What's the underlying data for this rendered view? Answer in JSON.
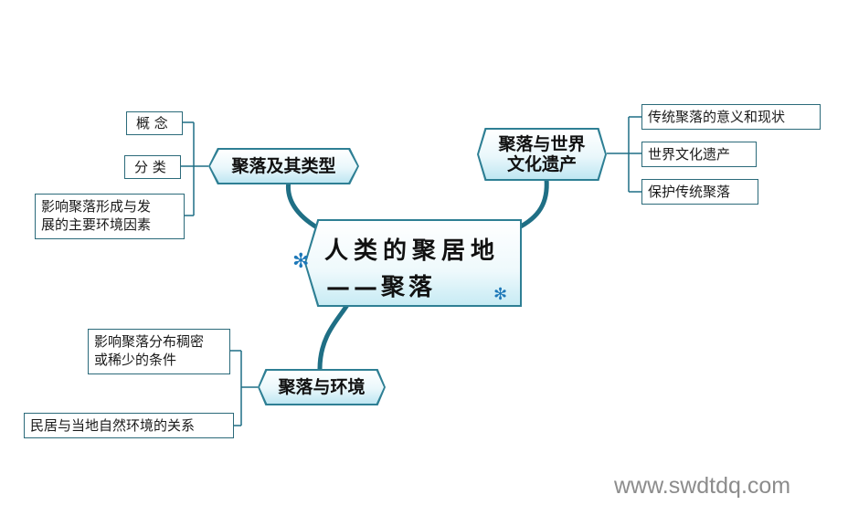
{
  "center": {
    "line1": "人类的聚居地",
    "line2": "——聚落"
  },
  "branches": {
    "top_left": {
      "title": "聚落及其类型",
      "items": [
        "概  念",
        "分  类",
        "影响聚落形成与发",
        "展的主要环境因素"
      ]
    },
    "top_right": {
      "title_line1": "聚落与世界",
      "title_line2": "文化遗产",
      "items": [
        "传统聚落的意义和现状",
        "世界文化遗产",
        "保护传统聚落"
      ]
    },
    "bottom": {
      "title": "聚落与环境",
      "items": [
        "影响聚落分布稠密",
        "或稀少的条件",
        "民居与当地自然环境的关系"
      ]
    }
  },
  "watermark": "www.swdtdq.com",
  "colors": {
    "border": "#2e7f94",
    "link": "#1f6f85",
    "accent": "#1d78b8"
  }
}
